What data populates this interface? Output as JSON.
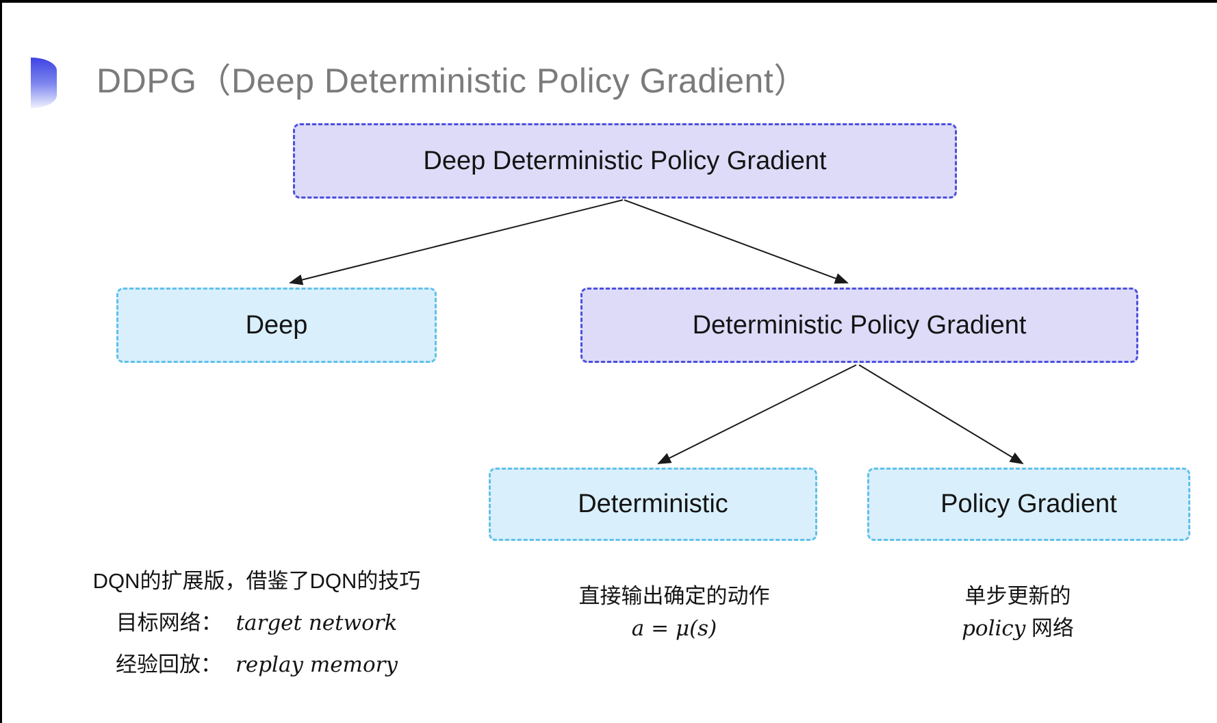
{
  "header": {
    "title": "DDPG（Deep Deterministic Policy Gradient）",
    "title_color": "#7b7b7b",
    "bullet_gradient_top": "#3d43e2",
    "bullet_gradient_bottom": "#eff2fe"
  },
  "diagram": {
    "colors": {
      "lavender_fill": "#dedbf8",
      "lavender_border": "#4a4fdd",
      "cyan_fill": "#d9effb",
      "cyan_border": "#5fc0ea",
      "arrow": "#1a1a1a"
    },
    "nodes": [
      {
        "id": "ddpg",
        "label": "Deep Deterministic Policy Gradient",
        "variant": "lavender"
      },
      {
        "id": "deep",
        "label": "Deep",
        "variant": "cyan"
      },
      {
        "id": "dpg",
        "label": "Deterministic Policy Gradient",
        "variant": "lavender"
      },
      {
        "id": "deterministic",
        "label": "Deterministic",
        "variant": "cyan"
      },
      {
        "id": "policy-gradient",
        "label": "Policy Gradient",
        "variant": "cyan"
      }
    ],
    "edges": [
      {
        "from": "ddpg",
        "to": "deep"
      },
      {
        "from": "ddpg",
        "to": "dpg"
      },
      {
        "from": "dpg",
        "to": "deterministic"
      },
      {
        "from": "dpg",
        "to": "policy-gradient"
      }
    ]
  },
  "notes": {
    "deep": {
      "line1": "DQN的扩展版，借鉴了DQN的技巧",
      "line2_label": "目标网络：",
      "line2_term": "target network",
      "line3_label": "经验回放：",
      "line3_term": "replay memory"
    },
    "deterministic": {
      "line1": "直接输出确定的动作",
      "formula": "a = μ(s)"
    },
    "policy_gradient": {
      "line1": "单步更新的",
      "line2_term": "policy",
      "line2_suffix": " 网络"
    }
  }
}
